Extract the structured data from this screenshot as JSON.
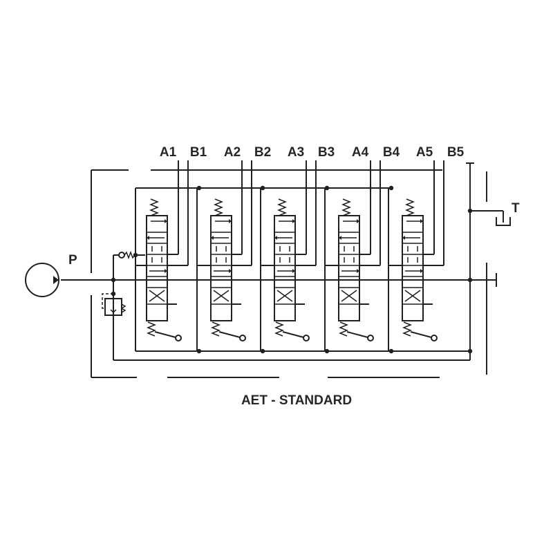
{
  "ports": {
    "work": [
      "A1",
      "B1",
      "A2",
      "B2",
      "A3",
      "B3",
      "A4",
      "B4",
      "A5",
      "B5"
    ],
    "pump": "P",
    "tank": "T"
  },
  "caption": "AET - STANDARD",
  "sections": [
    "section-1",
    "section-2",
    "section-3",
    "section-4",
    "section-5"
  ],
  "colors": {
    "line": "#1f1f1f",
    "text": "#262626",
    "background": "#ffffff"
  },
  "icons": [
    "pump-icon",
    "relief-valve-icon",
    "check-valve-icon",
    "tank-icon",
    "spring-icon",
    "lever-icon"
  ]
}
